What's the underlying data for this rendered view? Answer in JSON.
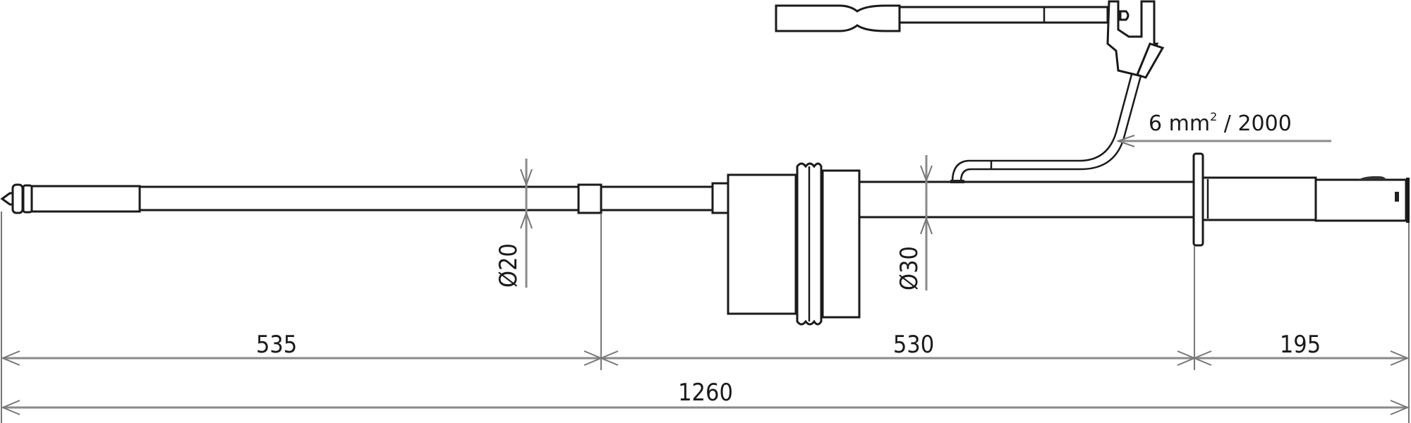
{
  "drawing": {
    "type": "technical-drawing",
    "subject": "earthing and short-circuiting device with screwdriver-operated clamp",
    "colors": {
      "line": "#1a1a1a",
      "dimension": "#8a8a8a",
      "background": "#ffffff"
    }
  },
  "dimensions": {
    "segment_1": "535",
    "segment_2": "530",
    "segment_3": "195",
    "overall": "1260",
    "diameter_rod": "Ø20",
    "diameter_shaft": "Ø30"
  },
  "annotations": {
    "cable_label": "6 mm",
    "cable_superscript": "2",
    "cable_suffix": " / 2000"
  }
}
